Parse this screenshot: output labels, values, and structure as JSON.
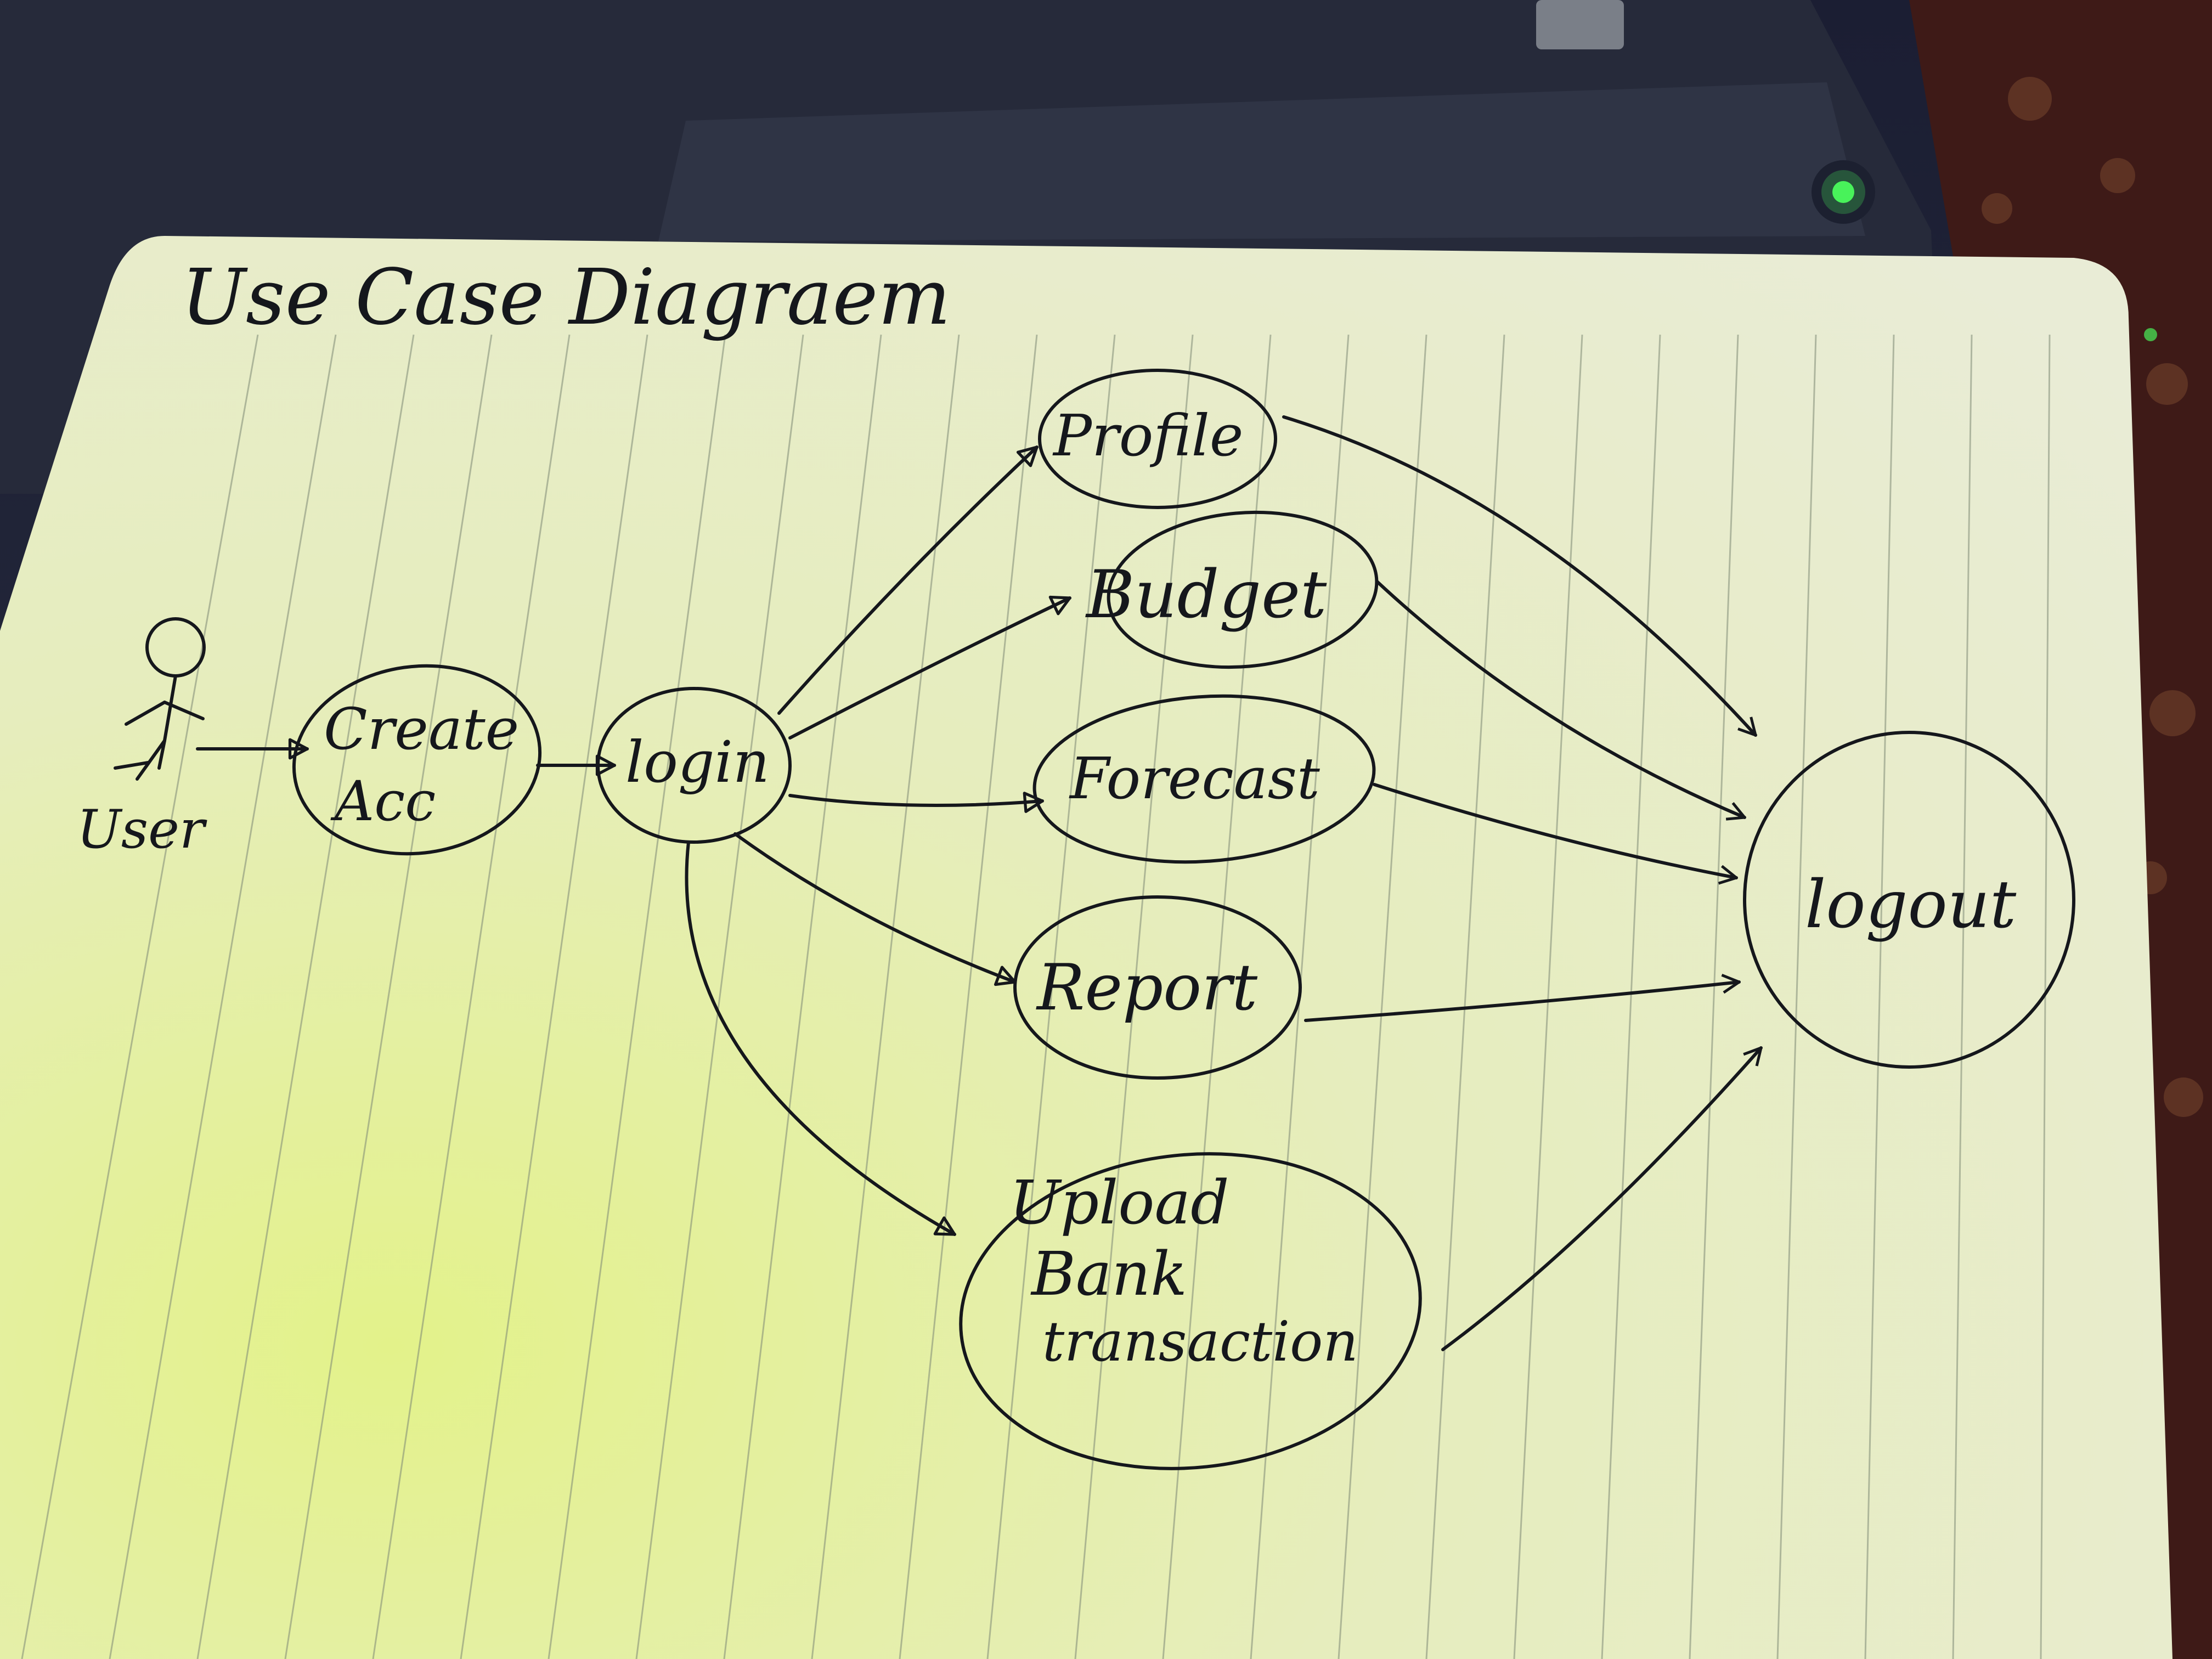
{
  "diagram": {
    "title": "Use Case Diagraem",
    "actor": {
      "label": "User"
    },
    "use_cases": {
      "create_account": [
        "Create",
        "Acc"
      ],
      "login": "login",
      "profile": "Profile",
      "budget": "Budget",
      "forecast": "Forecast",
      "report": "Report",
      "upload_bank_transaction": [
        "Upload",
        "Bank",
        "transaction"
      ],
      "logout": "logout"
    }
  },
  "colors": {
    "ink": "#15171c",
    "paper": "#e8eec6",
    "paper_glow": "#dbe9a0",
    "background": "#1a1c2a",
    "laptop": "#2a2e3c",
    "fabric": "#4a1f1a",
    "power_led": "#49f25a"
  },
  "icons": [
    "stick-figure-icon",
    "power-led-icon"
  ]
}
